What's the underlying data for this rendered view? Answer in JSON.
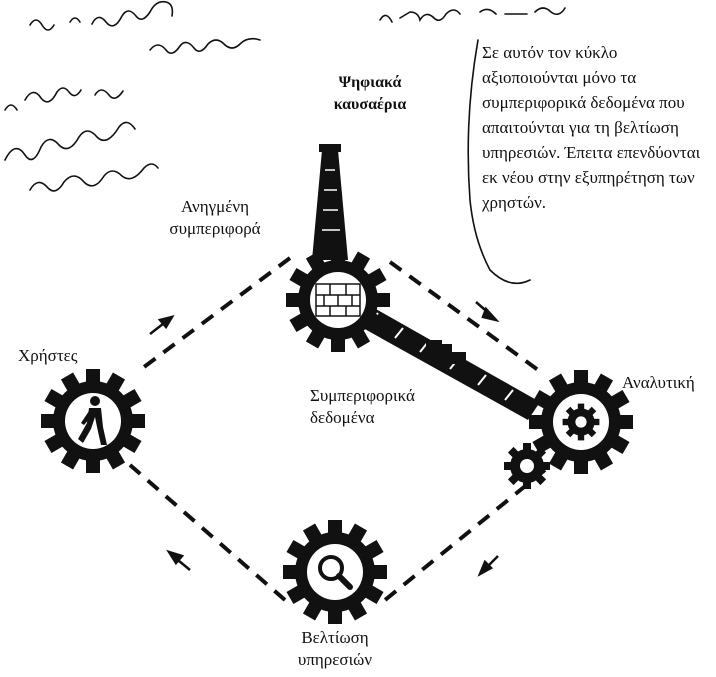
{
  "labels": {
    "chimney_title_line1": "Ψηφιακά",
    "chimney_title_line2": "καυσαέρια",
    "mined_behavior_line1": "Ανηγμένη",
    "mined_behavior_line2": "συμπεριφορά",
    "users": "Χρήστες",
    "analytics": "Αναλυτική",
    "behavioral_data_line1": "Συμπεριφορικά",
    "behavioral_data_line2": "δεδομένα",
    "improvement_line1": "Βελτίωση",
    "improvement_line2": "υπηρεσιών"
  },
  "note": {
    "text": "Σε αυτόν τον κύκλο αξιοποιούνται μόνο τα συμπεριφορικά δεδομένα που απαιτούνται για τη βελτίωση υπηρεσιών. Έπειτα επενδύονται εκ νέου στην εξυπηρέτηση των χρηστών."
  },
  "colors": {
    "ink": "#111111",
    "paper": "#ffffff"
  },
  "icons": [
    "gear-icon",
    "brick-wall-icon",
    "walking-person-icon",
    "magnifier-icon",
    "chimney-icon"
  ]
}
